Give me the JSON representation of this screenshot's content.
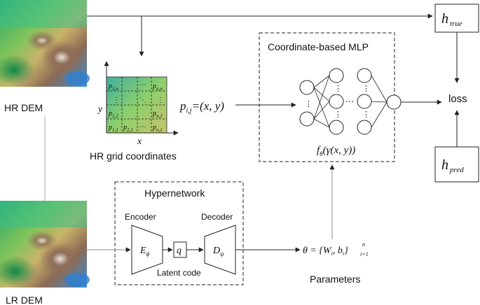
{
  "colors": {
    "line": "#222222",
    "thin_line": "#555555",
    "connector": "#aaaaaa",
    "dem_low": "#0b7a3e",
    "dem_mid": "#c8b46a",
    "dem_high": "#7a5b4b",
    "dem_water": "#2a7fd0"
  },
  "labels": {
    "hr_dem": "HR DEM",
    "lr_dem": "LR DEM",
    "hr_grid": "HR grid coordinates",
    "mlp_title": "Coordinate-based MLP",
    "hypernetwork": "Hypernetwork",
    "encoder": "Encoder",
    "decoder": "Decoder",
    "latent": "Latent code",
    "parameters": "Parameters",
    "loss": "loss",
    "axis_x": "x",
    "axis_y": "y",
    "ellipsis": "⋯"
  },
  "math": {
    "h_true": "h",
    "h_true_sub": "true",
    "h_pred": "h",
    "h_pred_sub": "pred",
    "p_coord_main": "p",
    "p_coord_sub": "i,j",
    "p_coord_rhs": "=(x, y)",
    "f_theta": "f",
    "f_theta_sub": "θ",
    "f_theta_args": "(γ(x, y))",
    "enc": "E",
    "enc_sub": "ϕ",
    "dec": "D",
    "dec_sub": "ψ",
    "q": "q",
    "theta_eq": "θ = {W",
    "theta_i": "i",
    "theta_mid": ", b",
    "theta_close": "}",
    "theta_n": "n",
    "theta_from": "i=1",
    "grid_cells": [
      [
        "p",
        "1,n",
        "p",
        "n,n"
      ],
      [
        "p",
        "1,2",
        "p",
        "n,2"
      ],
      [
        "p",
        "1,1",
        "p",
        "2,1",
        "p",
        "n,1"
      ]
    ]
  }
}
